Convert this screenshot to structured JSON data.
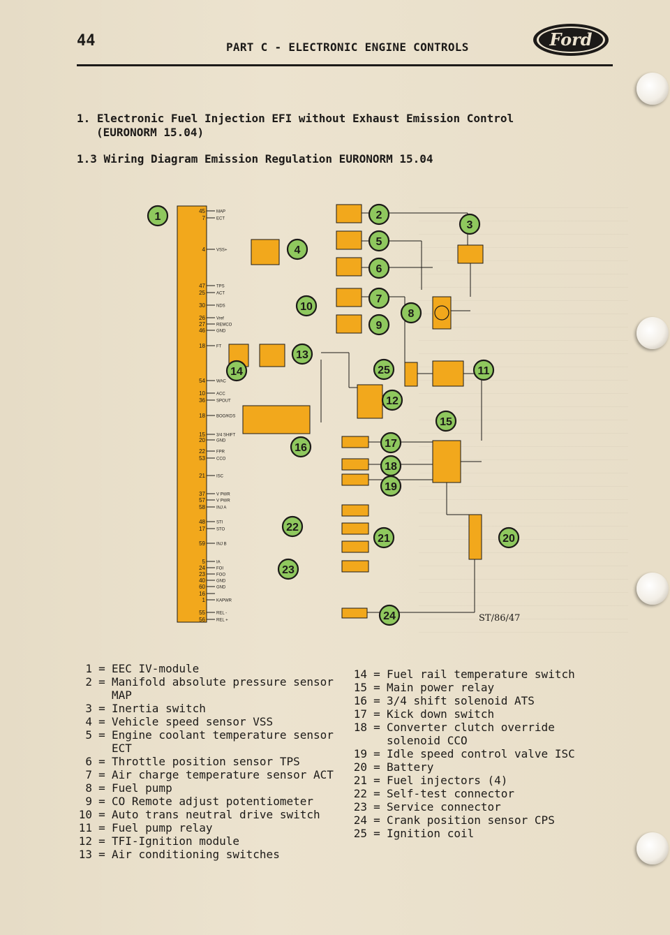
{
  "header": {
    "page_number": "44",
    "title": "PART C - ELECTRONIC ENGINE CONTROLS",
    "logo_text": "Ford"
  },
  "section": {
    "title_line1": "1. Electronic Fuel Injection EFI without Exhaust Emission Control",
    "title_line2": "(EURONORM 15.04)",
    "subtitle": "1.3 Wiring Diagram Emission Regulation EURONORM 15.04"
  },
  "diagram": {
    "reference": "ST/86/47",
    "module_pins": [
      {
        "pin": "45",
        "label": "MAP"
      },
      {
        "pin": "7",
        "label": "ECT"
      },
      {
        "pin": "4",
        "label": "VSS+"
      },
      {
        "pin": "47",
        "label": "TPS"
      },
      {
        "pin": "25",
        "label": "ACT"
      },
      {
        "pin": "30",
        "label": "NDS"
      },
      {
        "pin": "26",
        "label": "Vref"
      },
      {
        "pin": "27",
        "label": "REMCO"
      },
      {
        "pin": "46",
        "label": "GND"
      },
      {
        "pin": "18",
        "label": "FT"
      },
      {
        "pin": "54",
        "label": "WAC"
      },
      {
        "pin": "10",
        "label": "ACC"
      },
      {
        "pin": "36",
        "label": "SPOUT"
      },
      {
        "pin": "18",
        "label": "BOO/KDS"
      },
      {
        "pin": "15",
        "label": "3/4 SHIFT"
      },
      {
        "pin": "20",
        "label": "GND"
      },
      {
        "pin": "22",
        "label": "FPR"
      },
      {
        "pin": "53",
        "label": "CCO"
      },
      {
        "pin": "21",
        "label": "ISC"
      },
      {
        "pin": "37",
        "label": "V PWR"
      },
      {
        "pin": "57",
        "label": "V PWR"
      },
      {
        "pin": "58",
        "label": "INJ A"
      },
      {
        "pin": "48",
        "label": "STI"
      },
      {
        "pin": "17",
        "label": "STO"
      },
      {
        "pin": "59",
        "label": "INJ B"
      },
      {
        "pin": "5",
        "label": "IA"
      },
      {
        "pin": "24",
        "label": "FOI"
      },
      {
        "pin": "23",
        "label": "FOO"
      },
      {
        "pin": "40",
        "label": "GND"
      },
      {
        "pin": "60",
        "label": "GND"
      },
      {
        "pin": "16",
        "label": ""
      },
      {
        "pin": "1",
        "label": "KAPWR"
      },
      {
        "pin": "55",
        "label": "REL -"
      },
      {
        "pin": "56",
        "label": "REL +"
      }
    ],
    "callouts": [
      "1",
      "2",
      "3",
      "4",
      "5",
      "6",
      "7",
      "8",
      "9",
      "10",
      "11",
      "12",
      "13",
      "14",
      "15",
      "16",
      "17",
      "18",
      "19",
      "20",
      "21",
      "22",
      "23",
      "24",
      "25"
    ],
    "colors": {
      "component_fill": "#f2a81c",
      "callout_fill": "#8fc85e",
      "wire": "#1c1a18"
    }
  },
  "legend_left": [
    {
      "num": "1",
      "text": "EEC IV-module"
    },
    {
      "num": "2",
      "text": "Manifold absolute pressure sensor MAP"
    },
    {
      "num": "3",
      "text": "Inertia switch"
    },
    {
      "num": "4",
      "text": "Vehicle speed sensor VSS"
    },
    {
      "num": "5",
      "text": "Engine coolant temperature sensor ECT"
    },
    {
      "num": "6",
      "text": "Throttle position sensor TPS"
    },
    {
      "num": "7",
      "text": "Air charge temperature sensor ACT"
    },
    {
      "num": "8",
      "text": "Fuel pump"
    },
    {
      "num": "9",
      "text": "CO Remote adjust potentiometer"
    },
    {
      "num": "10",
      "text": "Auto trans neutral drive switch"
    },
    {
      "num": "11",
      "text": "Fuel pump relay"
    },
    {
      "num": "12",
      "text": "TFI-Ignition module"
    },
    {
      "num": "13",
      "text": "Air conditioning switches"
    }
  ],
  "legend_right": [
    {
      "num": "14",
      "text": "Fuel rail temperature switch"
    },
    {
      "num": "15",
      "text": "Main power relay"
    },
    {
      "num": "16",
      "text": "3/4 shift solenoid ATS"
    },
    {
      "num": "17",
      "text": "Kick down switch"
    },
    {
      "num": "18",
      "text": "Converter clutch override solenoid CCO"
    },
    {
      "num": "19",
      "text": "Idle speed control valve ISC"
    },
    {
      "num": "20",
      "text": "Battery"
    },
    {
      "num": "21",
      "text": "Fuel injectors (4)"
    },
    {
      "num": "22",
      "text": "Self-test connector"
    },
    {
      "num": "23",
      "text": "Service connector"
    },
    {
      "num": "24",
      "text": "Crank position sensor CPS"
    },
    {
      "num": "25",
      "text": "Ignition coil"
    }
  ]
}
